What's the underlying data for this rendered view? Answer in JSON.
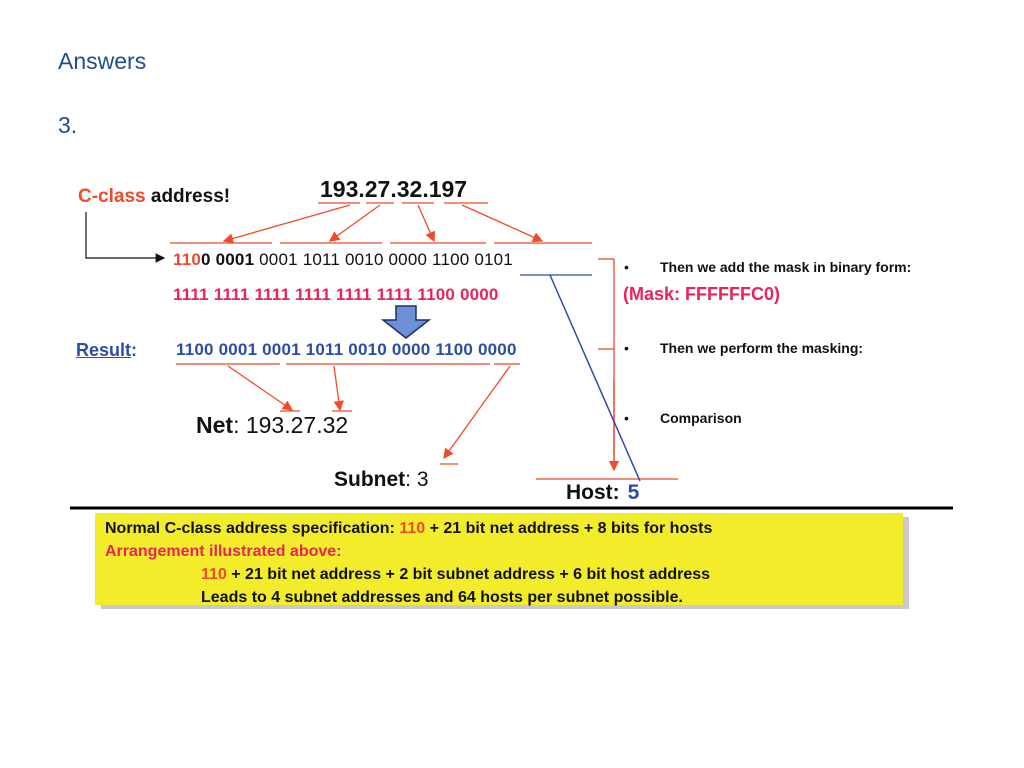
{
  "heading": "Answers",
  "item_number": "3.",
  "diagram": {
    "cclass_prefix": "C-class",
    "cclass_suffix": " address!",
    "ip_address": "193.27.32.197",
    "address_binary": {
      "lead_red": "110",
      "rest_first": "0 0001",
      "rest": " 0001 1011 0010 0000 1100 0101"
    },
    "mask_binary": "1111 1111 1111 1111 1111 1111 1100 0000",
    "mask_label": "(Mask: FFFFFFC0)",
    "result_label": "Result",
    "result_colon": ":",
    "result_binary": "1100 0001 0001 1011 0010 0000 1100 0000",
    "net_label": "Net",
    "net_value": ": 193.27.32",
    "subnet_label": "Subnet",
    "subnet_value": ": 3",
    "host_label": "Host:",
    "host_value": "5",
    "bullets": [
      "Then we add the mask in binary form:",
      "Then we perform the masking:",
      "Comparison"
    ],
    "bullet_symbol": "•",
    "colors": {
      "red": "#ee4b2b",
      "pink": "#e8245b",
      "blue": "#2a4ea8",
      "arrow_fill": "#6f8fd6",
      "box": "#f2ec2a"
    }
  },
  "summary_box": {
    "line1_a": "Normal C-class address specification: ",
    "line1_red": "110",
    "line1_b": " + 21 bit net address + 8 bits for hosts",
    "line2": "Arrangement illustrated above:",
    "line3_red": "110",
    "line3_b": " + 21 bit net address + 2 bit subnet address + 6 bit host address",
    "line4": "Leads to 4 subnet addresses and 64 hosts per subnet possible."
  }
}
